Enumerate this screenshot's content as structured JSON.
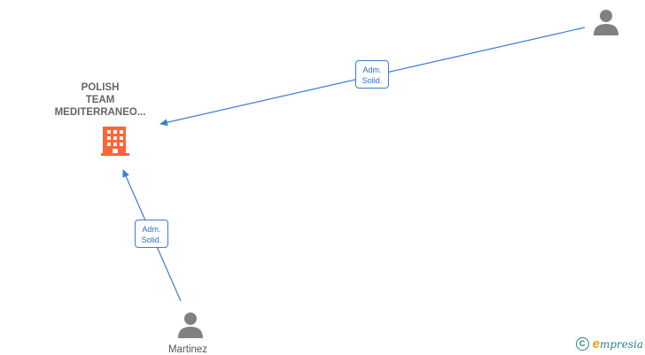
{
  "company": {
    "name_lines": [
      "POLISH",
      "TEAM",
      "MEDITERRANEO..."
    ],
    "icon": "building-icon",
    "color": "#ff6633"
  },
  "persons": [
    {
      "name": "",
      "icon": "person-icon"
    },
    {
      "name": "Martinez",
      "icon": "person-icon"
    }
  ],
  "relations": [
    {
      "line1": "Adm.",
      "line2": "Solid."
    },
    {
      "line1": "Adm.",
      "line2": "Solid."
    }
  ],
  "brand": {
    "copyright_symbol": "C",
    "initial": "e",
    "name": "mpresia"
  },
  "colors": {
    "edge": "#3d7bd4",
    "person": "#808080"
  }
}
